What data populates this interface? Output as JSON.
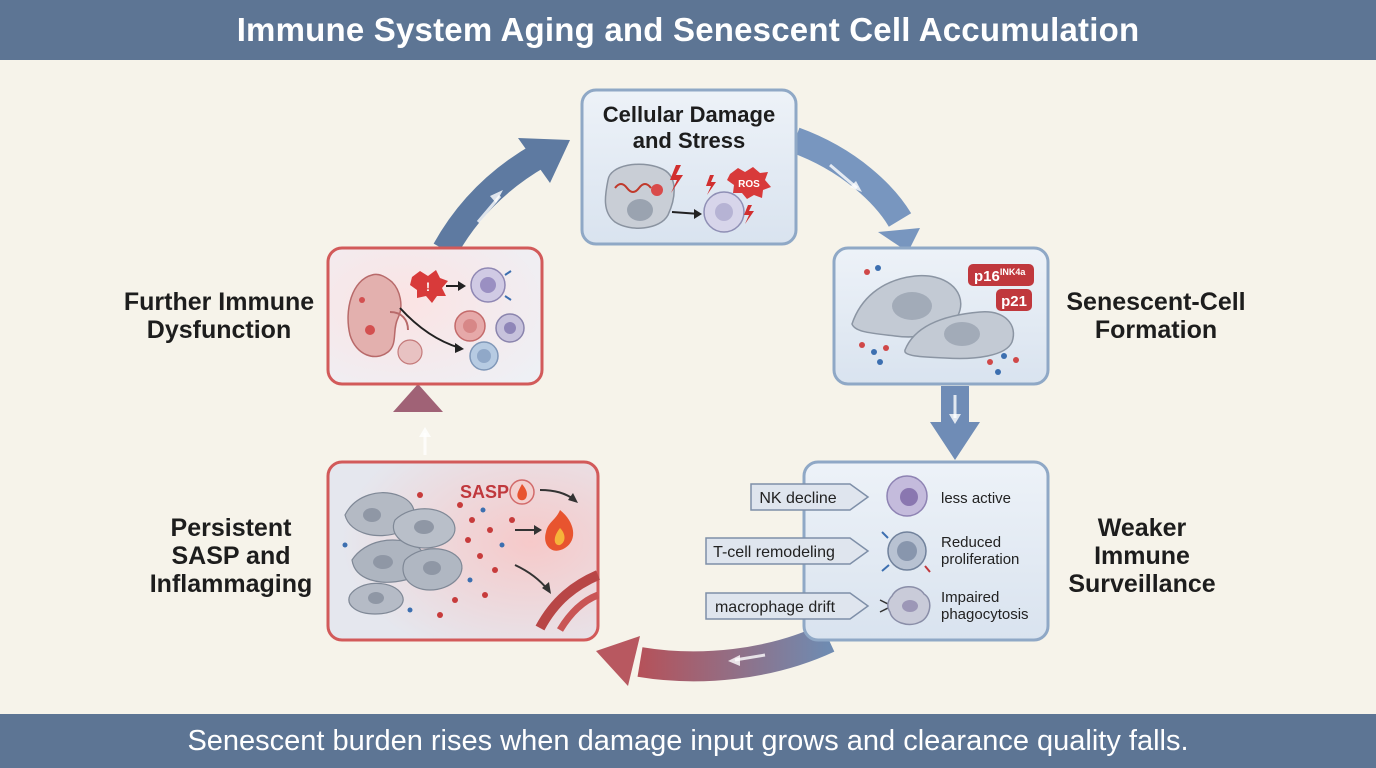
{
  "title": "Immune System Aging and Senescent Cell Accumulation",
  "footer": "Senescent burden rises when damage input grows and clearance quality falls.",
  "stages": {
    "damage": {
      "lines": [
        "Cellular Damage",
        "and Stress"
      ],
      "badge": "ROS"
    },
    "senescent": {
      "lines": [
        "Senescent-Cell",
        "Formation"
      ],
      "marker_p16": "p16",
      "marker_p16_sup": "INK4a",
      "marker_p21": "p21"
    },
    "surveillance": {
      "lines": [
        "Weaker",
        "Immune",
        "Surveillance"
      ],
      "rows": [
        {
          "tag": "NK decline",
          "lines": [
            "less active"
          ]
        },
        {
          "tag": "T-cell remodeling",
          "lines": [
            "Reduced",
            "proliferation"
          ]
        },
        {
          "tag": "macrophage drift",
          "lines": [
            "Impaired",
            "phagocytosis"
          ]
        }
      ]
    },
    "sasp": {
      "lines": [
        "Persistent",
        "SASP and",
        "Inflammaging"
      ],
      "badge": "SASP"
    },
    "dysfunction": {
      "lines": [
        "Further Immune",
        "Dysfunction"
      ]
    }
  },
  "colors": {
    "banner": "#5d7594",
    "background": "#f6f3ea",
    "blue_panel_border": "#8fa8c6",
    "red_panel_border": "#d25a5a",
    "arrow_blue": "#7b97bd",
    "arrow_red": "#b8575c"
  }
}
